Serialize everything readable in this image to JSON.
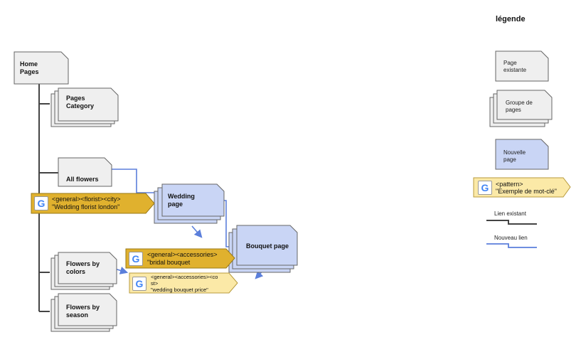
{
  "legend": {
    "title": "légende",
    "existing_page": "Page\nexistante",
    "page_group": "Groupe de\npages",
    "new_page": "Nouvelle\npage",
    "pattern_line1": "<pattern>",
    "pattern_line2": "\"Exemple de mot-clé\"",
    "existing_link": "Lien existant",
    "new_link": "Nouveau lien"
  },
  "nodes": {
    "home": "Home\nPages",
    "category": "Pages\nCategory",
    "all_flowers": "All flowers",
    "wedding": "Wedding\npage",
    "bouquet": "Bouquet page",
    "colors": "Flowers by\ncolors",
    "season": "Flowers by\nseason"
  },
  "tags": {
    "florist_line1": "<general><florist><city>",
    "florist_line2": "\"Wedding florist london\"",
    "accessories_line1": "<general><accessories>",
    "accessories_line2": "\"bridal bouquet",
    "cost_line1": "<general><accessories><co",
    "cost_line2": "st>",
    "cost_line3": "\"wedding bouquet price\""
  },
  "colors": {
    "existing_fill": "#efefef",
    "new_fill": "#c9d5f5",
    "tag_gold": "#e0b12e",
    "tag_light": "#fbe9a7",
    "new_link": "#5b7fdb",
    "existing_link": "#444444"
  },
  "icons": {
    "google": "google-g-icon"
  }
}
